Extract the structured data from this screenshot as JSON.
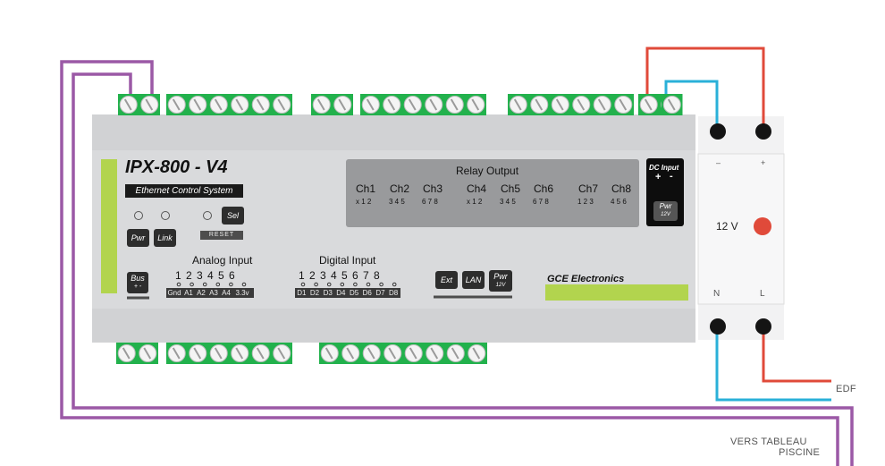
{
  "module": {
    "title": "IPX-800 - V4",
    "subtitle": "Ethernet Control System",
    "brand": "GCE Electronics"
  },
  "buttons": {
    "pwr": "Pwr",
    "link": "Link",
    "sel": "Sel",
    "reset": "RESET",
    "bus": "Bus",
    "bus_polarity": "+ -",
    "ext": "Ext",
    "lan": "LAN",
    "pwr12": "Pwr",
    "pwr12_sub": "12V",
    "dc_pwr": "Pwr",
    "dc_pwr_sub": "12V"
  },
  "analog": {
    "title": "Analog Input",
    "numbers": "1 2 3 4 5 6",
    "labels": [
      "Gnd",
      "A1",
      "A2",
      "A3",
      "A4",
      "3.3v"
    ]
  },
  "digital": {
    "title": "Digital Input",
    "numbers": "1 2 3 4 5 6 7 8",
    "labels": [
      "D1",
      "D2",
      "D3",
      "D4",
      "D5",
      "D6",
      "D7",
      "D8"
    ]
  },
  "relay": {
    "title": "Relay Output",
    "channels": [
      {
        "name": "Ch1",
        "pins": "x 1 2"
      },
      {
        "name": "Ch2",
        "pins": "3 4 5"
      },
      {
        "name": "Ch3",
        "pins": "6 7 8"
      },
      {
        "name": "Ch4",
        "pins": "x 1 2"
      },
      {
        "name": "Ch5",
        "pins": "3 4 5"
      },
      {
        "name": "Ch6",
        "pins": "6 7 8"
      },
      {
        "name": "Ch7",
        "pins": "1 2 3"
      },
      {
        "name": "Ch8",
        "pins": "4 5 6"
      }
    ]
  },
  "dc_input": {
    "label": "DC Input",
    "plus": "+",
    "minus": "-"
  },
  "power_supply": {
    "voltage": "12 V",
    "out_minus": "–",
    "out_plus": "+",
    "in_n": "N",
    "in_l": "L"
  },
  "labels": {
    "edf": "EDF",
    "dest_line1": "VERS TABLEAU",
    "dest_line2": "PISCINE"
  },
  "colors": {
    "terminal_green": "#22b14c",
    "module_gray": "#d9dadc",
    "accent_green": "#b2d44e",
    "wire_red": "#e04a3a",
    "wire_blue": "#2ab0d8",
    "wire_purple": "#9b59a6",
    "led_red": "#e04a3a"
  }
}
